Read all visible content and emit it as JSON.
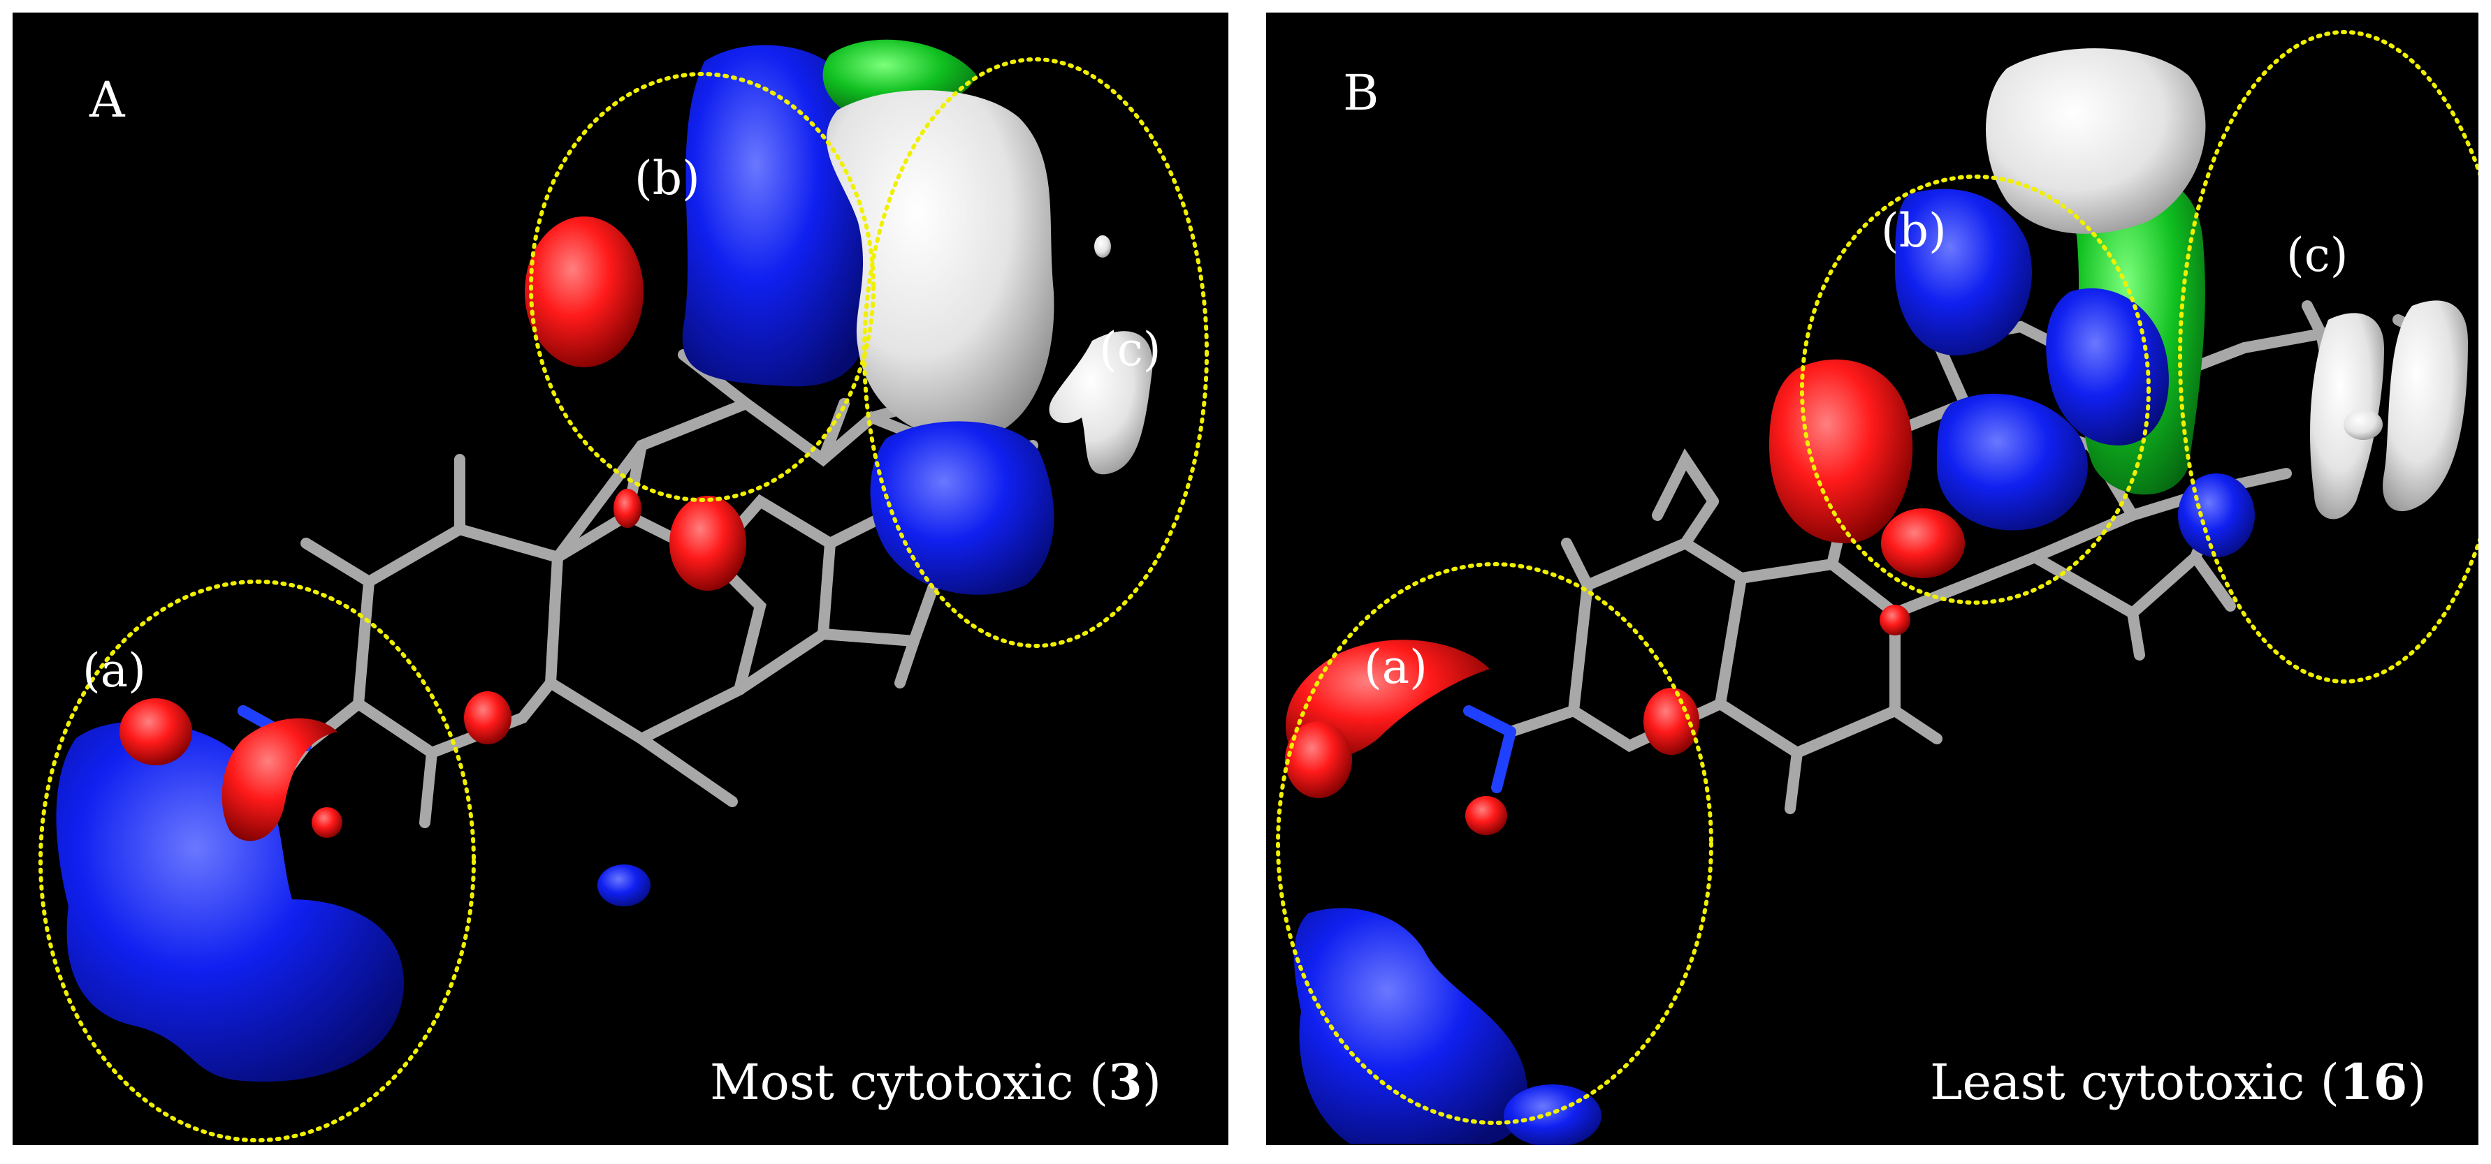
{
  "colors": {
    "background": "#000000",
    "ellipse": "#f0f000",
    "positive_red": "#ff1a1a",
    "negative_blue": "#1020f0",
    "green": "#10c020",
    "white_surface": "#e8e8e8",
    "bond_gray": "#a8a8a8"
  },
  "panels": [
    {
      "letter": "A",
      "regions": [
        "(a)",
        "(b)",
        "(c)"
      ],
      "caption_text": "Most cytotoxic (",
      "caption_bold": "3",
      "caption_close": ")"
    },
    {
      "letter": "B",
      "regions": [
        "(a)",
        "(b)",
        "(c)"
      ],
      "caption_text": "Least cytotoxic (",
      "caption_bold": "16",
      "caption_close": ")"
    }
  ]
}
